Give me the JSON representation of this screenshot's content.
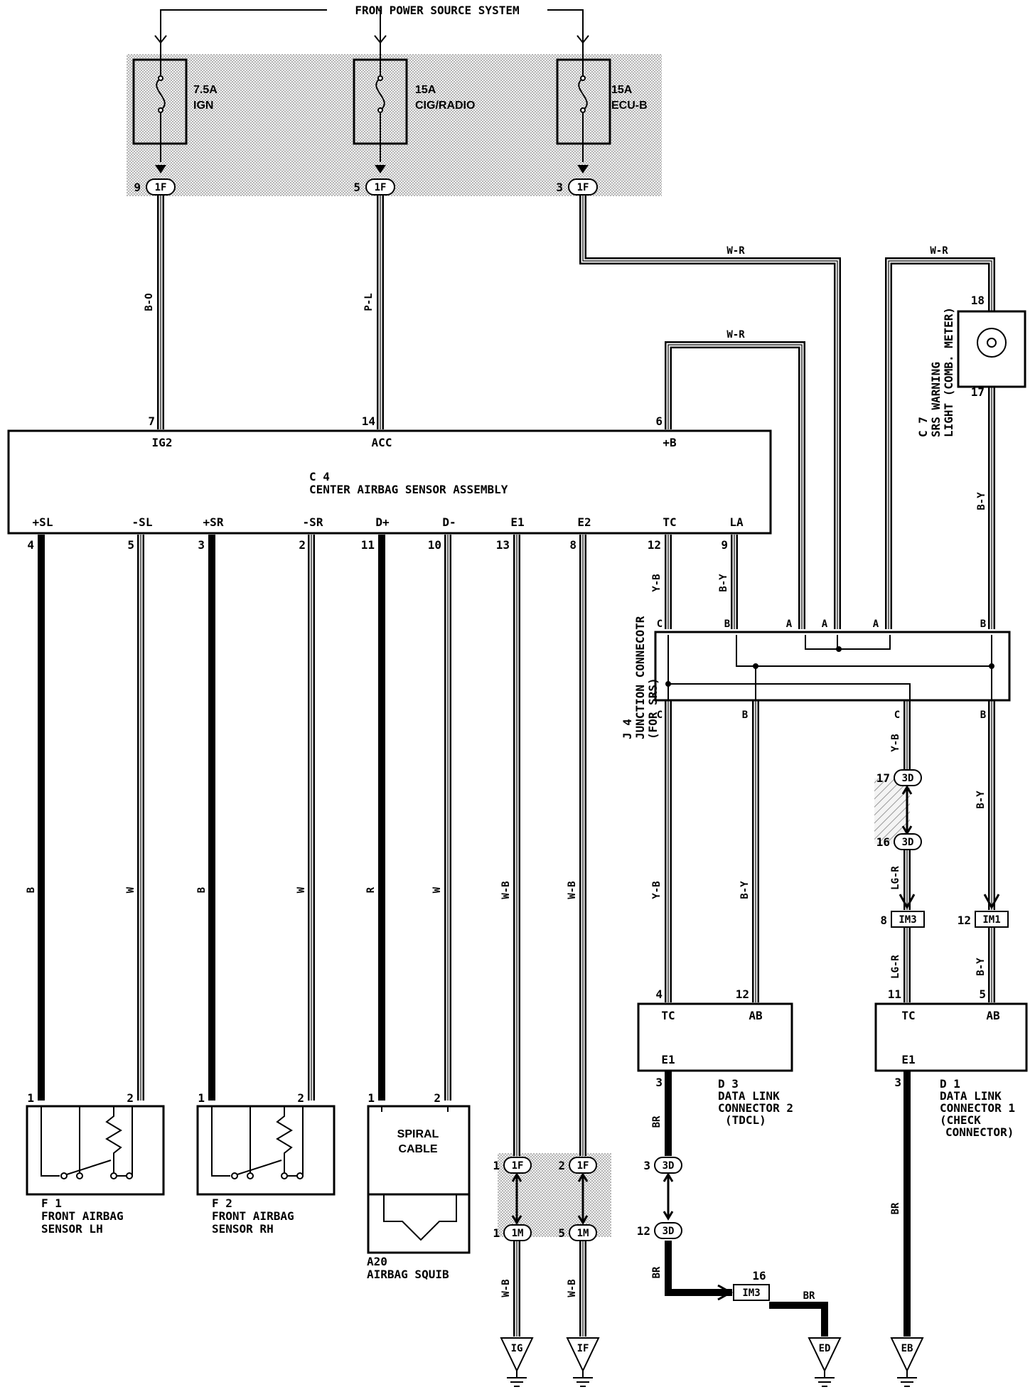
{
  "header": {
    "power_source": "FROM POWER SOURCE SYSTEM"
  },
  "fuses": [
    {
      "amp": "7.5A",
      "name": "IGN",
      "pin": "9",
      "connector": "1F"
    },
    {
      "amp": "15A",
      "name": "CIG/RADIO",
      "pin": "5",
      "connector": "1F"
    },
    {
      "amp": "15A",
      "name": "ECU-B",
      "pin": "3",
      "connector": "1F"
    }
  ],
  "center_sensor": {
    "code": "C 4",
    "name": "CENTER AIRBAG SENSOR ASSEMBLY",
    "top_terminals": [
      {
        "pin": "7",
        "label": "IG2"
      },
      {
        "pin": "14",
        "label": "ACC"
      },
      {
        "pin": "6",
        "label": "+B"
      }
    ],
    "bottom_terminals": [
      {
        "pin": "4",
        "label": "+SL"
      },
      {
        "pin": "5",
        "label": "-SL"
      },
      {
        "pin": "3",
        "label": "+SR"
      },
      {
        "pin": "2",
        "label": "-SR"
      },
      {
        "pin": "11",
        "label": "D+"
      },
      {
        "pin": "10",
        "label": "D-"
      },
      {
        "pin": "13",
        "label": "E1"
      },
      {
        "pin": "8",
        "label": "E2"
      },
      {
        "pin": "12",
        "label": "TC"
      },
      {
        "pin": "9",
        "label": "LA"
      }
    ]
  },
  "wire_colors": {
    "bo": "B-O",
    "pl": "P-L",
    "wr": "W-R",
    "b": "B",
    "w": "W",
    "r": "R",
    "wb": "W-B",
    "yb": "Y-B",
    "by": "B-Y",
    "lgr": "LG-R",
    "br": "BR"
  },
  "srs_light": {
    "code": "C 7",
    "line1": "SRS WARNING",
    "line2": "LIGHT (COMB. METER)",
    "pin_top": "18",
    "pin_bottom": "17"
  },
  "junction": {
    "code": "J 4",
    "line1": "JUNCTION CONNECOTR",
    "line2": "(FOR SRS)",
    "letters": {
      "a": "A",
      "b": "B",
      "c": "C"
    }
  },
  "inline_connectors": {
    "c1f": "1F",
    "c1m": "1M",
    "c3d": "3D",
    "im1": "IM1",
    "im3": "IM3",
    "pins": {
      "p17": "17",
      "p16": "16",
      "p8": "8",
      "p12": "12",
      "p1": "1",
      "p2": "2",
      "p5": "5",
      "p3": "3",
      "p12b": "12",
      "p16b": "16"
    }
  },
  "front_lh": {
    "code": "F 1",
    "line1": "FRONT AIRBAG",
    "line2": "SENSOR LH",
    "pin1": "1",
    "pin2": "2"
  },
  "front_rh": {
    "code": "F 2",
    "line1": "FRONT AIRBAG",
    "line2": "SENSOR RH",
    "pin1": "1",
    "pin2": "2"
  },
  "squib": {
    "code": "A20",
    "name": "AIRBAG SQUIB",
    "cable_line1": "SPIRAL",
    "cable_line2": "CABLE",
    "pin1": "1",
    "pin2": "2"
  },
  "dlc2": {
    "code": "D 3",
    "line1": "DATA LINK",
    "line2": "CONNECTOR 2",
    "line3": "(TDCL)",
    "tc": "TC",
    "ab": "AB",
    "e1": "E1",
    "pin_tc": "4",
    "pin_ab": "12",
    "pin_e1": "3"
  },
  "dlc1": {
    "code": "D 1",
    "line1": "DATA LINK",
    "line2": "CONNECTOR 1",
    "line3": "(CHECK",
    "line4": "CONNECTOR)",
    "tc": "TC",
    "ab": "AB",
    "e1": "E1",
    "pin_tc": "11",
    "pin_ab": "5",
    "pin_e1": "3"
  },
  "grounds": {
    "ig": "IG",
    "if": "IF",
    "ed": "ED",
    "eb": "EB"
  }
}
